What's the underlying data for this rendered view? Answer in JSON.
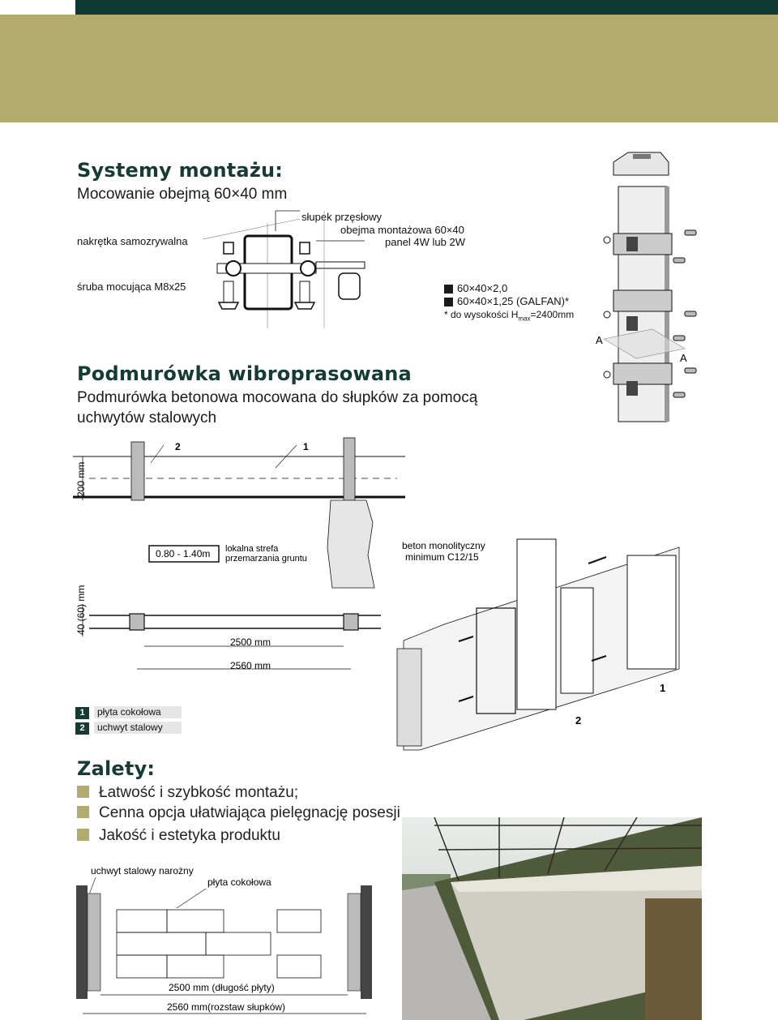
{
  "header": {
    "accent_dark": "#0e3a33",
    "accent_olive": "#b3ab6d"
  },
  "section1": {
    "title": "Systemy montażu:",
    "subtitle": "Mocowanie obejmą 60×40 mm",
    "labels": {
      "post": "słupek przęsłowy",
      "clamp": "obejma montażowa 60×40",
      "panel": "panel 4W lub 2W",
      "nut": "nakrętka samozrywalna",
      "bolt": "śruba mocująca M8x25"
    },
    "specs": [
      "60×40×2,0",
      "60×40×1,25 (GALFAN)*"
    ],
    "note_prefix": "* do wysokości H",
    "note_sub": "max",
    "note_suffix": "=2400mm",
    "section_mark": "A"
  },
  "section2": {
    "title": "Podmurówka wibroprasowana",
    "subtitle_line1": "Podmurówka betonowa mocowana do słupków za pomocą",
    "subtitle_line2": "uchwytów stalowych",
    "dims": {
      "height_200": "200 mm",
      "width_40_60": "40 (60) mm",
      "depth": "0.80 - 1.40m",
      "frost": "lokalna strefa przemarzania gruntu",
      "span_2500": "2500 mm",
      "span_2560": "2560 mm",
      "concrete": "beton monolityczny minimum C12/15"
    },
    "markers": [
      "1",
      "2"
    ],
    "legend": [
      {
        "num": "1",
        "label": "płyta cokołowa"
      },
      {
        "num": "2",
        "label": "uchwyt stalowy"
      }
    ]
  },
  "section3": {
    "title": "Zalety:",
    "items": [
      "Łatwość i szybkość montażu;",
      "Cenna opcja ułatwiająca pielęgnację posesji",
      "Jakość i estetyka produktu"
    ],
    "labels": {
      "corner": "uchwyt stalowy narożny",
      "plate": "płyta cokołowa",
      "length": "2500 mm (długość płyty)",
      "spacing": "2560 mm(rozstaw słupków)"
    }
  }
}
